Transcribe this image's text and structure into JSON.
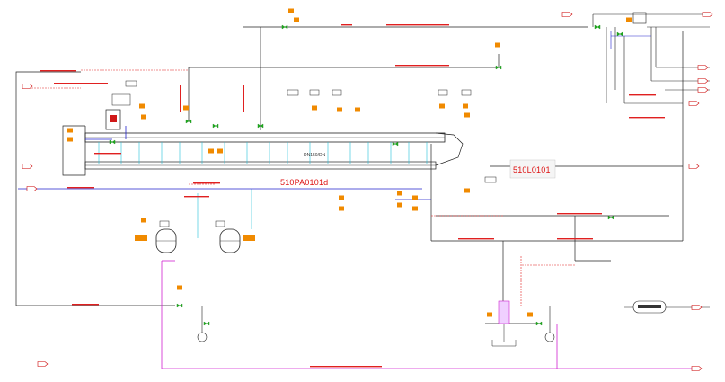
{
  "labels": {
    "unit_main": "510PA0101d",
    "unit_right": "510L0101",
    "center_tag": "DN150/DN"
  },
  "colors": {
    "process_line": "#222222",
    "red_line": "#e02020",
    "blue_line": "#2222cc",
    "cyan_line": "#22c0d8",
    "magenta_line": "#d020d0",
    "orange_instr": "#f08a00",
    "green_valve": "#20b020"
  }
}
